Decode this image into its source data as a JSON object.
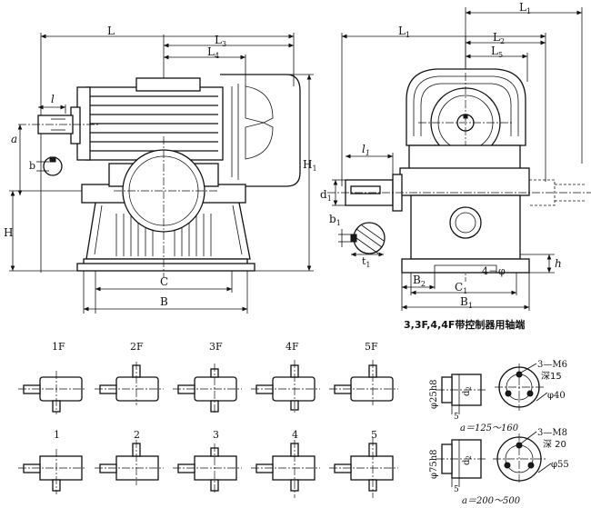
{
  "front_view": {
    "dims": {
      "L": "L",
      "L3": "L",
      "L3_sub": "3",
      "L4": "L",
      "L4_sub": "4",
      "l": "l",
      "a": "a",
      "b": "b",
      "H": "H",
      "H1": "H",
      "H1_sub": "1",
      "C": "C",
      "B": "B"
    }
  },
  "side_view": {
    "dims": {
      "L1_top": "L",
      "L1_top_sub": "1",
      "L1": "L",
      "L1_sub": "1",
      "L2": "L",
      "L2_sub": "2",
      "L5": "L",
      "L5_sub": "5",
      "l1": "l",
      "l1_sub": "1",
      "d1": "d",
      "d1_sub": "1",
      "b1": "b",
      "b1_sub": "1",
      "t1": "t",
      "t1_sub": "1",
      "h": "h",
      "B2": "B",
      "B2_sub": "2",
      "C1": "C",
      "C1_sub": "1",
      "B1": "B",
      "B1_sub": "1",
      "bolt": "4－φ"
    },
    "caption": "3,3F,4,4F带控制器用轴端"
  },
  "arrangements": {
    "top_labels": [
      "1F",
      "2F",
      "3F",
      "4F",
      "5F"
    ],
    "bottom_labels": [
      "1",
      "2",
      "3",
      "4",
      "5"
    ]
  },
  "shaft_ends": {
    "upper": {
      "dia": "φ25h8",
      "d2": "d",
      "d2_sub": "2",
      "five": "5",
      "holes": "3—M6",
      "depth": "深15",
      "circle": "φ40",
      "range": "a＝125～160"
    },
    "lower": {
      "dia": "φ75h8",
      "d2": "d",
      "d2_sub": "2",
      "five": "5",
      "holes": "3—M8",
      "depth": "深 20",
      "circle": "φ55",
      "range": "a＝200～500"
    }
  }
}
